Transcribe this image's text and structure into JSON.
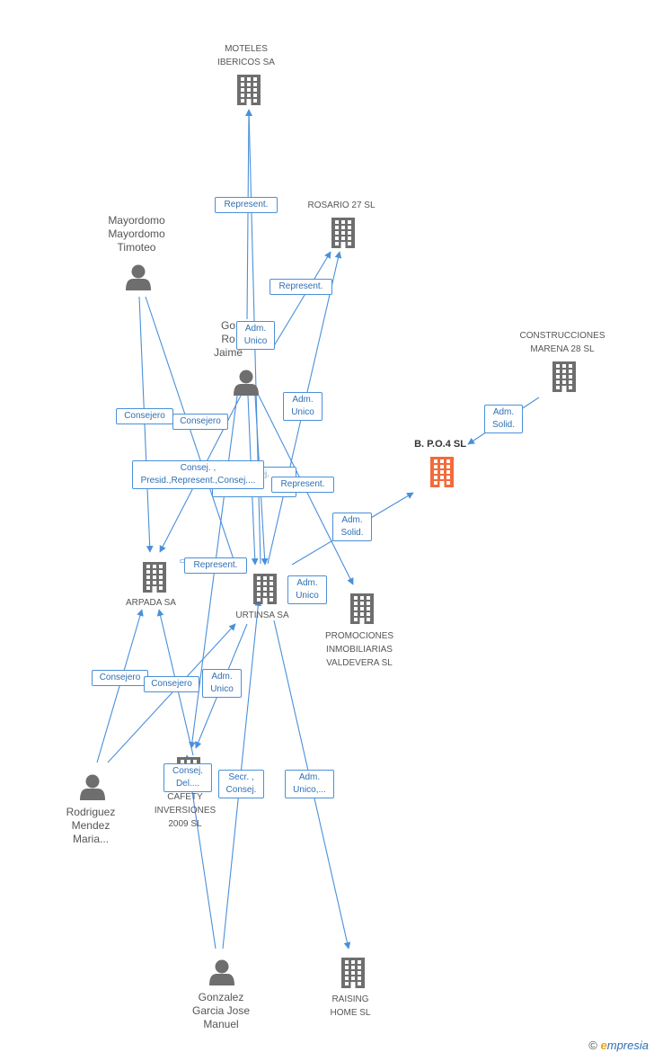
{
  "colors": {
    "edge": "#4a90d9",
    "node_company": "#6e6e6e",
    "node_highlight": "#f26b3a",
    "node_person": "#6e6e6e",
    "label": "#555555",
    "tag_text": "#2f6fb3"
  },
  "nodes": {
    "moteles": {
      "icon": "building-icon",
      "lines": [
        "MOTELES",
        "IBERICOS SA"
      ]
    },
    "rosario": {
      "icon": "building-icon",
      "lines": [
        "ROSARIO 27 SL"
      ]
    },
    "mayordomo": {
      "icon": "person-icon",
      "lines": [
        "Mayordomo",
        "Mayordomo",
        "Timoteo"
      ]
    },
    "gonzalez_jaime": {
      "icon": "person-icon",
      "lines": [
        "Go",
        "Ro",
        "Jaime"
      ]
    },
    "construcciones": {
      "icon": "building-icon",
      "lines": [
        "CONSTRUCCIONES",
        "MARENA 28 SL"
      ]
    },
    "bpo4": {
      "icon": "building-icon",
      "lines": [
        "B. P.O.4 SL"
      ]
    },
    "arpada": {
      "icon": "building-icon",
      "lines": [
        "ARPADA SA"
      ]
    },
    "urtinsa": {
      "icon": "building-icon",
      "lines": [
        "URTINSA SA"
      ]
    },
    "promociones": {
      "icon": "building-icon",
      "lines": [
        "PROMOCIONES",
        "INMOBILIARIAS",
        "VALDEVERA SL"
      ]
    },
    "rodriguez": {
      "icon": "person-icon",
      "lines": [
        "Rodriguez",
        "Mendez",
        "Maria..."
      ]
    },
    "cafety": {
      "icon": "building-icon",
      "lines": [
        "CAFETY",
        "INVERSIONES",
        "2009 SL"
      ]
    },
    "gonzalez_garcia": {
      "icon": "person-icon",
      "lines": [
        "Gonzalez",
        "Garcia Jose",
        "Manuel"
      ]
    },
    "raising": {
      "icon": "building-icon",
      "lines": [
        "RAISING",
        "HOME SL"
      ]
    }
  },
  "edge_labels": {
    "represent_moteles": [
      "Represent."
    ],
    "represent_rosario": [
      "Represent."
    ],
    "adm_unico_jaime": [
      "Adm.",
      "Unico"
    ],
    "adm_solid_bpo": [
      "Adm.",
      "Solid."
    ],
    "consejero_mayor_1": [
      "Consejero"
    ],
    "consejero_mayor_2": [
      "Consejero"
    ],
    "adm_unico_rosario": [
      "Adm.",
      "Unico"
    ],
    "consej_presid": [
      "Consej. ,",
      "Presid.,Represent.,Consej...."
    ],
    "represent_mid": [
      "Represent."
    ],
    "adm_solid_urt": [
      "Adm.",
      "Solid."
    ],
    "represent_urt": [
      "Represent."
    ],
    "adm_unico_urt": [
      "Adm.",
      "Unico"
    ],
    "consejero_rod_1": [
      "Consejero"
    ],
    "consejero_rod_2": [
      "Consejero"
    ],
    "adm_unico_cafety": [
      "Adm.",
      "Unico"
    ],
    "consej_del": [
      "Consej.",
      "Del...."
    ],
    "secr_consej": [
      "Secr. ,",
      "Consej."
    ],
    "adm_unico_raising": [
      "Adm.",
      "Unico,..."
    ],
    "behind_tag": [
      "Consej."
    ]
  },
  "footer": {
    "copyright": "©",
    "brand_first": "e",
    "brand_rest": "mpresia"
  }
}
